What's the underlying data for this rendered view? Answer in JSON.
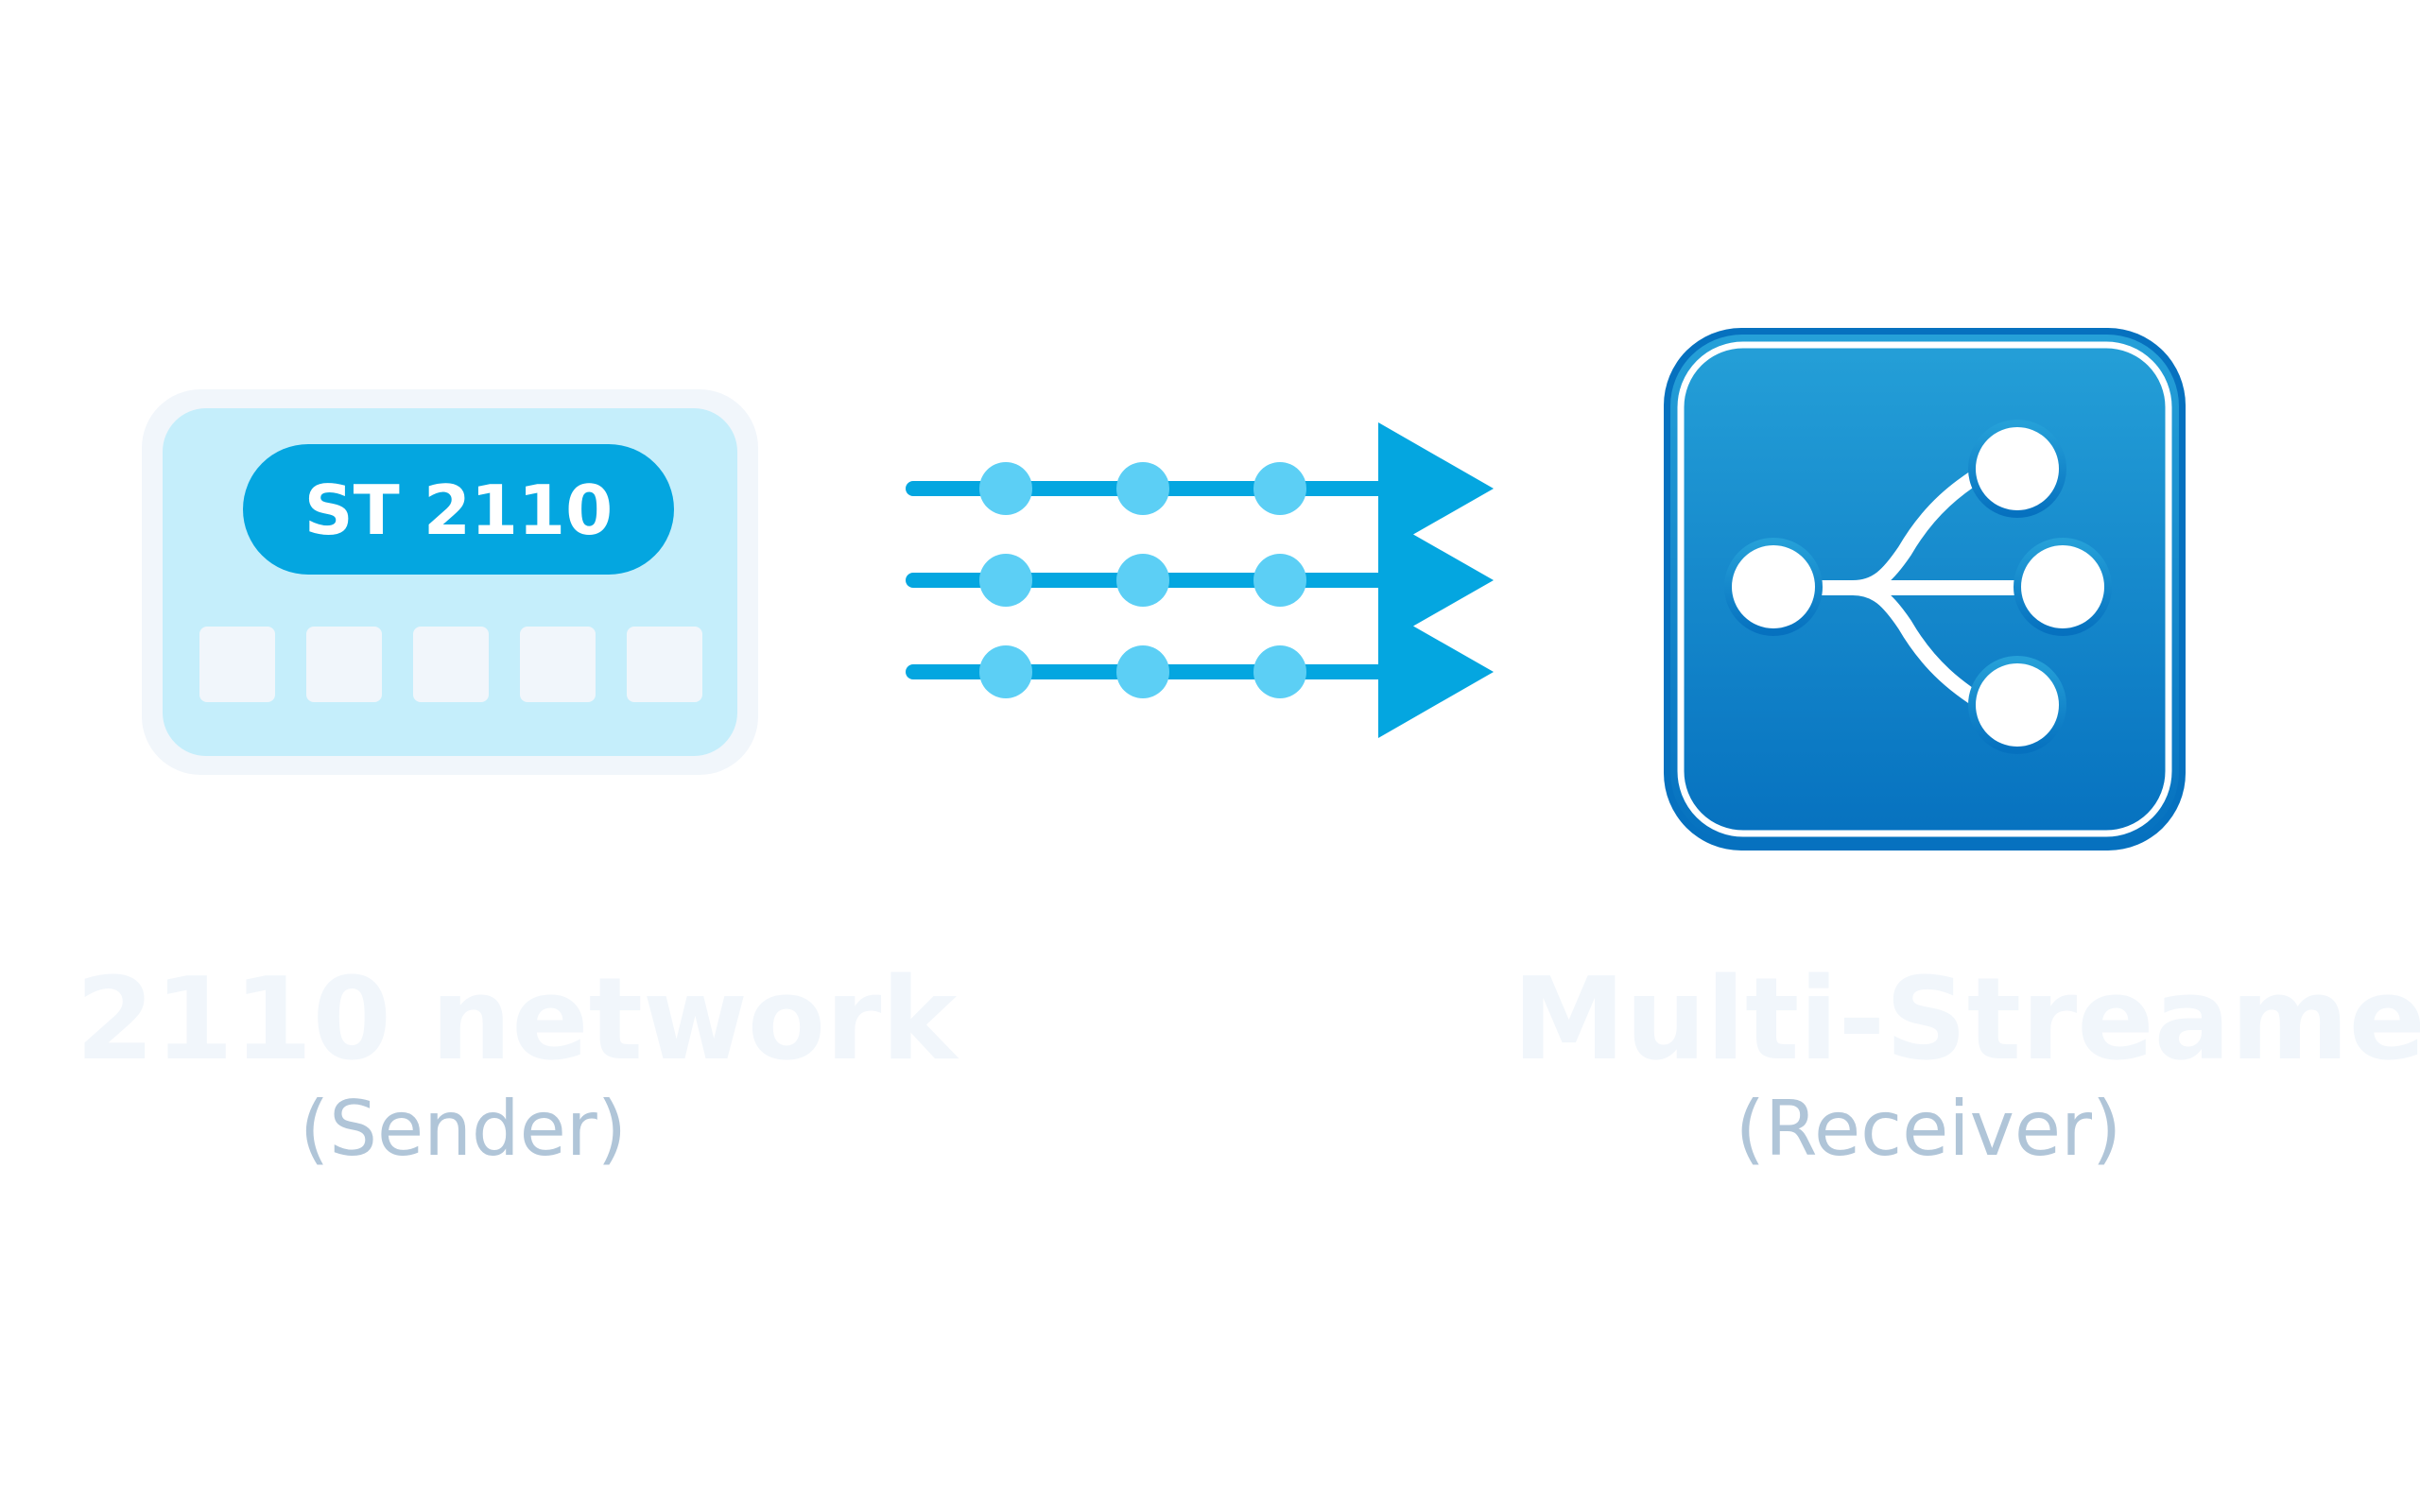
{
  "sender": {
    "chip_label": "ST 2110",
    "title": "2110 network",
    "role": "(Sender)",
    "port_count": 5
  },
  "receiver": {
    "title": "Multi-Streamer",
    "role": "(Receiver)"
  },
  "flow": {
    "stream_count": 3,
    "packets_per_stream": 3
  },
  "colors": {
    "sender_panel": "#c5eefb",
    "sender_border": "#f1f6fb",
    "chip": "#04a6e0",
    "port": "#f1f6fb",
    "stream_line": "#04a6e0",
    "packet": "#5ccff5",
    "receiver_top": "#25a0d8",
    "receiver_bottom": "#0671bf",
    "title_text": "#f1f6fb",
    "role_text": "#b0c5d8"
  },
  "icons": {
    "receiver": "split-stream-icon",
    "flow": "multi-stream-arrow-icon"
  }
}
